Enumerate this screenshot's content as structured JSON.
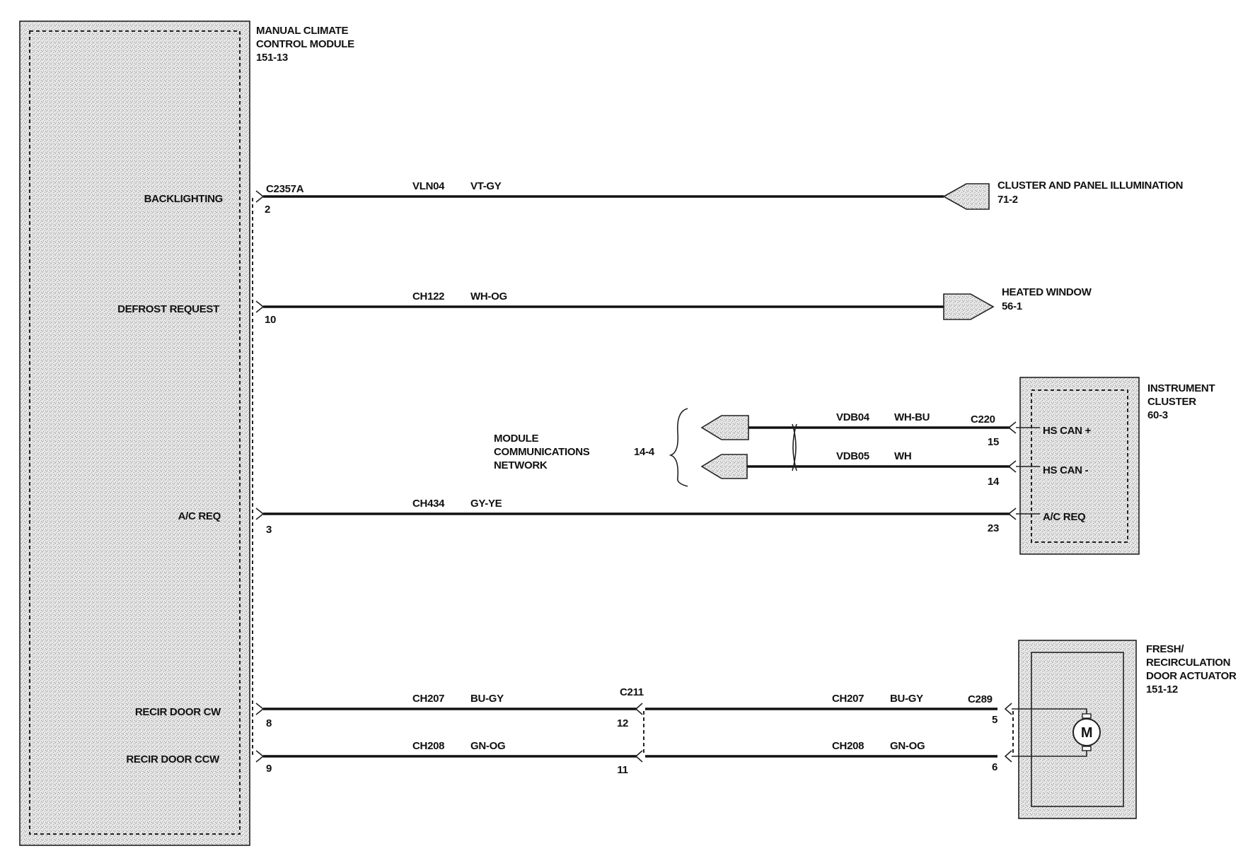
{
  "module": {
    "name_line1": "MANUAL CLIMATE",
    "name_line2": "CONTROL MODULE",
    "ref": "151-13",
    "connector": "C2357A"
  },
  "pins": {
    "backlighting": {
      "label": "BACKLIGHTING",
      "pin": "2"
    },
    "defrost": {
      "label": "DEFROST REQUEST",
      "pin": "10"
    },
    "ac_req": {
      "label": "A/C REQ",
      "pin": "3"
    },
    "recir_cw": {
      "label": "RECIR DOOR CW",
      "pin": "8"
    },
    "recir_ccw": {
      "label": "RECIR DOOR CCW",
      "pin": "9"
    }
  },
  "wires": {
    "w1": {
      "circuit": "VLN04",
      "color": "VT-GY"
    },
    "w2": {
      "circuit": "CH122",
      "color": "WH-OG"
    },
    "w3": {
      "circuit": "VDB04",
      "color": "WH-BU"
    },
    "w4": {
      "circuit": "VDB05",
      "color": "WH"
    },
    "w5": {
      "circuit": "CH434",
      "color": "GY-YE"
    },
    "w6a": {
      "circuit": "CH207",
      "color": "BU-GY"
    },
    "w6b": {
      "circuit": "CH207",
      "color": "BU-GY"
    },
    "w7a": {
      "circuit": "CH208",
      "color": "GN-OG"
    },
    "w7b": {
      "circuit": "CH208",
      "color": "GN-OG"
    }
  },
  "refs": {
    "cluster_panel": {
      "name": "CLUSTER AND PANEL ILLUMINATION",
      "ref": "71-2"
    },
    "heated_window": {
      "name": "HEATED WINDOW",
      "ref": "56-1"
    },
    "mcn": {
      "line1": "MODULE",
      "line2": "COMMUNICATIONS",
      "line3": "NETWORK",
      "ref": "14-4"
    }
  },
  "instrument_cluster": {
    "name_line1": "INSTRUMENT",
    "name_line2": "CLUSTER",
    "ref": "60-3",
    "connector": "C220",
    "pin_hs_can_plus": {
      "label": "HS CAN +",
      "pin": "15"
    },
    "pin_hs_can_minus": {
      "label": "HS CAN -",
      "pin": "14"
    },
    "pin_ac_req": {
      "label": "A/C REQ",
      "pin": "23"
    }
  },
  "inline_connector": {
    "name": "C211",
    "pin_cw": "12",
    "pin_ccw": "11"
  },
  "actuator": {
    "name_line1": "FRESH/",
    "name_line2": "RECIRCULATION",
    "name_line3": "DOOR ACTUATOR",
    "ref": "151-12",
    "connector": "C289",
    "pin_cw": "5",
    "pin_ccw": "6",
    "motor_symbol": "M"
  }
}
